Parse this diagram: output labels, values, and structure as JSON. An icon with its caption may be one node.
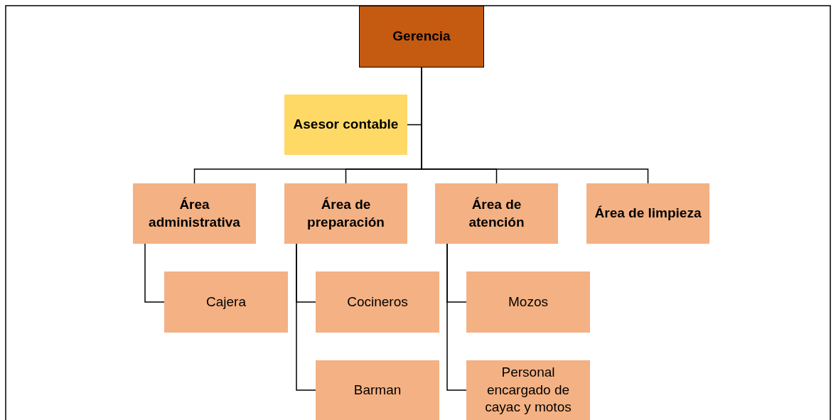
{
  "diagram": {
    "nodes": [
      {
        "text": [
          "Gerencia"
        ]
      },
      {
        "text": [
          "Asesor contable"
        ]
      },
      {
        "text": [
          "Área administrativa"
        ]
      },
      {
        "text": [
          "Área de preparación"
        ]
      },
      {
        "text": [
          "Área de atención"
        ]
      },
      {
        "text": [
          "Área de limpieza"
        ]
      },
      {
        "text": [
          "Cajera"
        ]
      },
      {
        "text": [
          "Cocineros"
        ]
      },
      {
        "text": [
          "Barman"
        ]
      },
      {
        "text": [
          "Mozos"
        ]
      },
      {
        "text": [
          "Personal encargado de cayac y motos"
        ]
      }
    ],
    "edges": [
      {
        "from": 0,
        "to": 1,
        "arrow": "none"
      },
      {
        "from": 0,
        "to": 2,
        "arrow": "none"
      },
      {
        "from": 0,
        "to": 3,
        "arrow": "none"
      },
      {
        "from": 0,
        "to": 4,
        "arrow": "none"
      },
      {
        "from": 0,
        "to": 5,
        "arrow": "none"
      },
      {
        "from": 2,
        "to": 6,
        "arrow": "none"
      },
      {
        "from": 3,
        "to": 7,
        "arrow": "none"
      },
      {
        "from": 3,
        "to": 8,
        "arrow": "none"
      },
      {
        "from": 4,
        "to": 9,
        "arrow": "none"
      },
      {
        "from": 4,
        "to": 10,
        "arrow": "none"
      }
    ]
  }
}
